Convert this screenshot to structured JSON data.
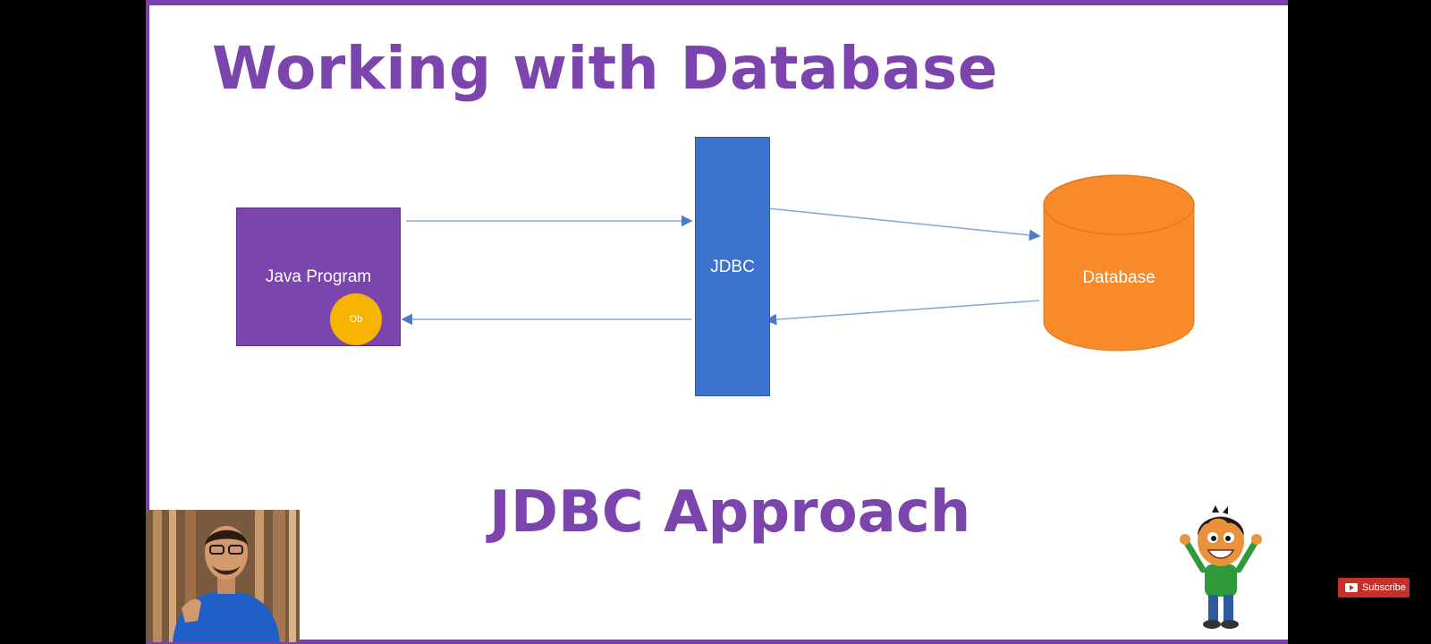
{
  "slide": {
    "title": "Working with Database",
    "subtitle": "JDBC Approach"
  },
  "diagram": {
    "java_program": {
      "label": "Java Program",
      "object_label": "Ob"
    },
    "jdbc": {
      "label": "JDBC"
    },
    "database": {
      "label": "Database"
    }
  },
  "overlay": {
    "subscribe_label": "Subscribe"
  },
  "colors": {
    "accent_purple": "#7b45ad",
    "jdbc_blue": "#3d73cd",
    "database_orange": "#f98a2a",
    "object_yellow": "#f6b400",
    "arrow_blue": "#8aa9d6",
    "subscribe_red": "#c4302b"
  }
}
